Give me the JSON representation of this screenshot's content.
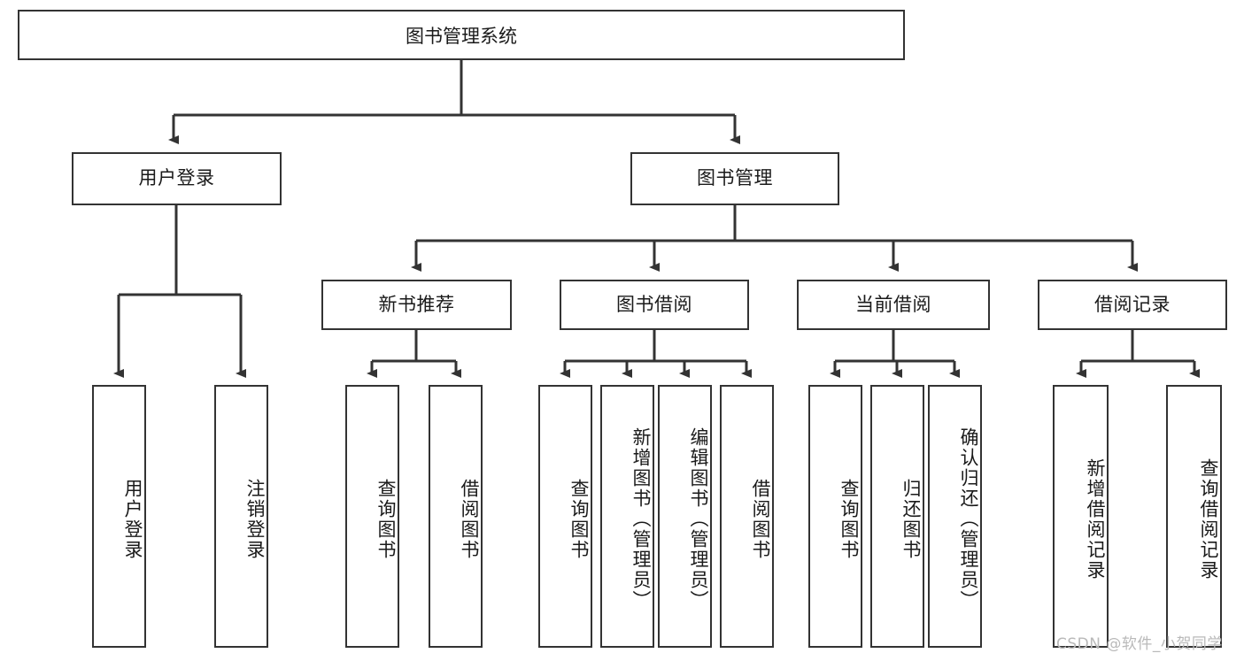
{
  "diagram": {
    "title": "图书管理系统",
    "watermark": "CSDN @软件_小贺同学",
    "stroke_color": "#333333",
    "background_color": "#ffffff",
    "text_color": "#1a1a1a"
  },
  "nodes": {
    "root": {
      "label": "图书管理系统"
    },
    "tier2": [
      {
        "label": "用户登录"
      },
      {
        "label": "图书管理"
      }
    ],
    "tier3": [
      {
        "label": "新书推荐"
      },
      {
        "label": "图书借阅"
      },
      {
        "label": "当前借阅"
      },
      {
        "label": "借阅记录"
      }
    ],
    "leaves": {
      "user_login": [
        {
          "label": "用户登录"
        },
        {
          "label": "注销登录"
        }
      ],
      "new_book_recommend": [
        {
          "label": "查询图书"
        },
        {
          "label": "借阅图书"
        }
      ],
      "book_borrow": [
        {
          "label": "查询图书"
        },
        {
          "label": "新增图书（管理员）"
        },
        {
          "label": "编辑图书（管理员）"
        },
        {
          "label": "借阅图书"
        }
      ],
      "current_borrow": [
        {
          "label": "查询图书"
        },
        {
          "label": "归还图书"
        },
        {
          "label": "确认归还（管理员）"
        }
      ],
      "borrow_record": [
        {
          "label": "新增借阅记录"
        },
        {
          "label": "查询借阅记录"
        }
      ]
    }
  }
}
